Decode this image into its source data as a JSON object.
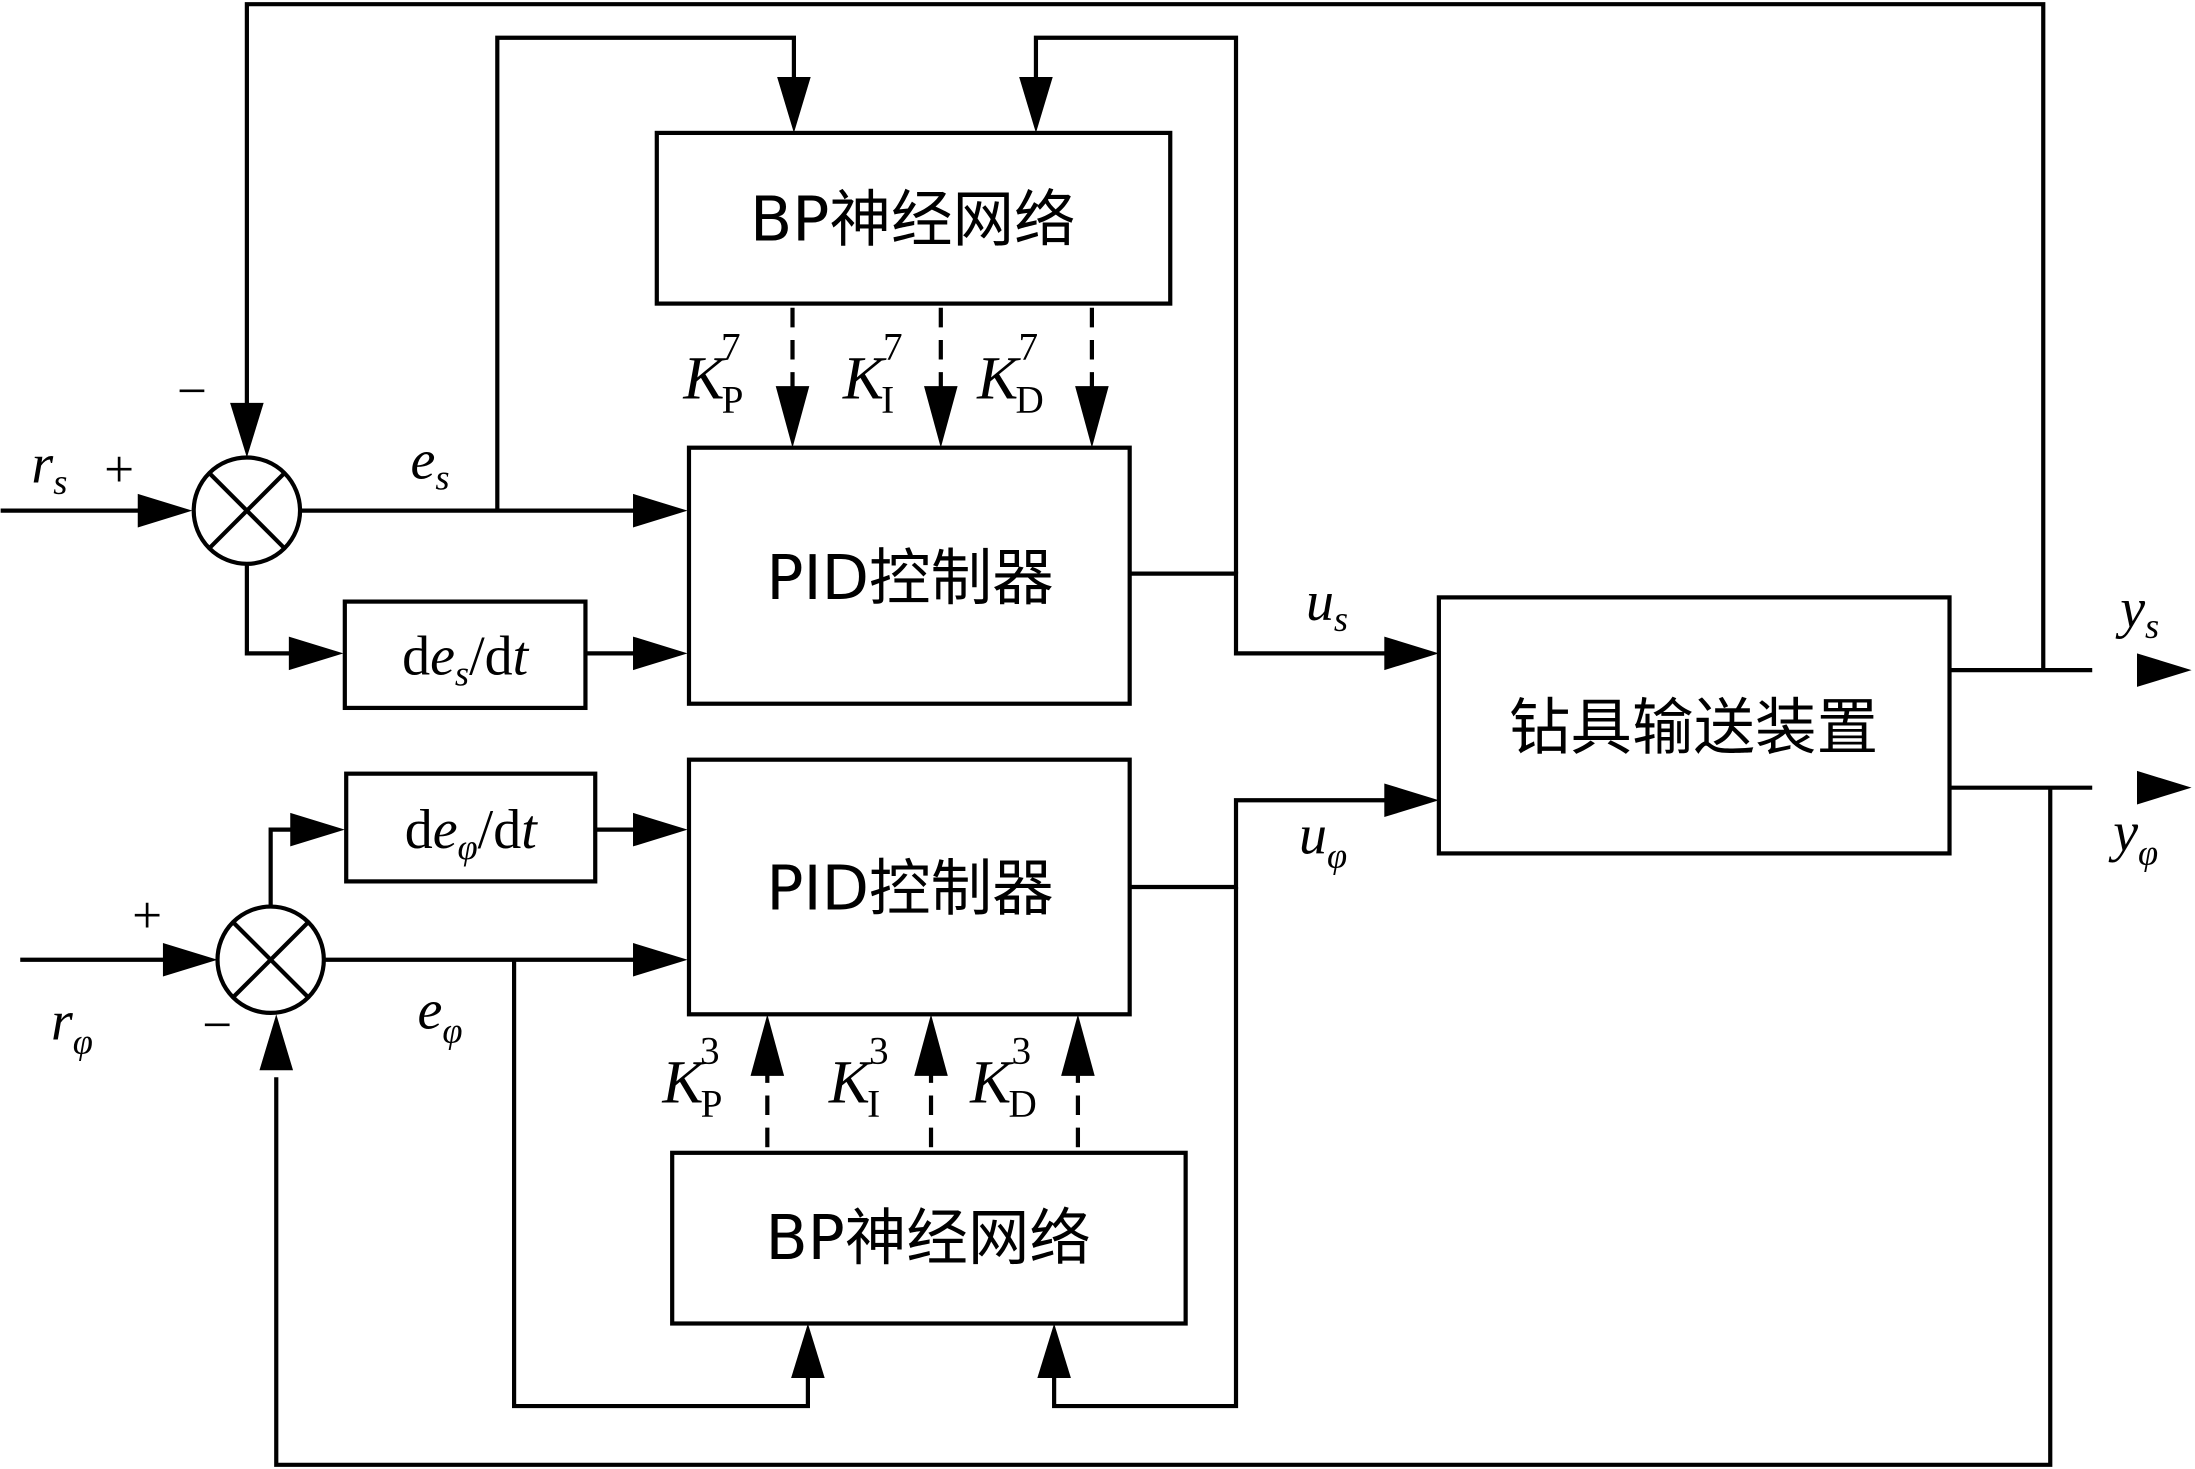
{
  "blocks": {
    "bp_top": "BP神经网络",
    "pid_top": "PID控制器",
    "deriv_top_d": "d",
    "deriv_top_e": "e",
    "deriv_top_sub": "s",
    "deriv_top_rest": "/d",
    "deriv_top_t": "t",
    "pid_bottom": "PID控制器",
    "bp_bottom": "BP神经网络",
    "deriv_bot_d": "d",
    "deriv_bot_e": "e",
    "deriv_bot_sub": "φ",
    "deriv_bot_rest": "/d",
    "deriv_bot_t": "t",
    "plant": "钻具输送装置"
  },
  "signals": {
    "r": "r",
    "s": "s",
    "phi": "φ",
    "e": "e",
    "u": "u",
    "y": "y",
    "plus": "+",
    "minus": "−"
  },
  "gains": {
    "K": "K",
    "P": "P",
    "I": "I",
    "D": "D",
    "top_sup": "7",
    "bot_sup": "3"
  }
}
